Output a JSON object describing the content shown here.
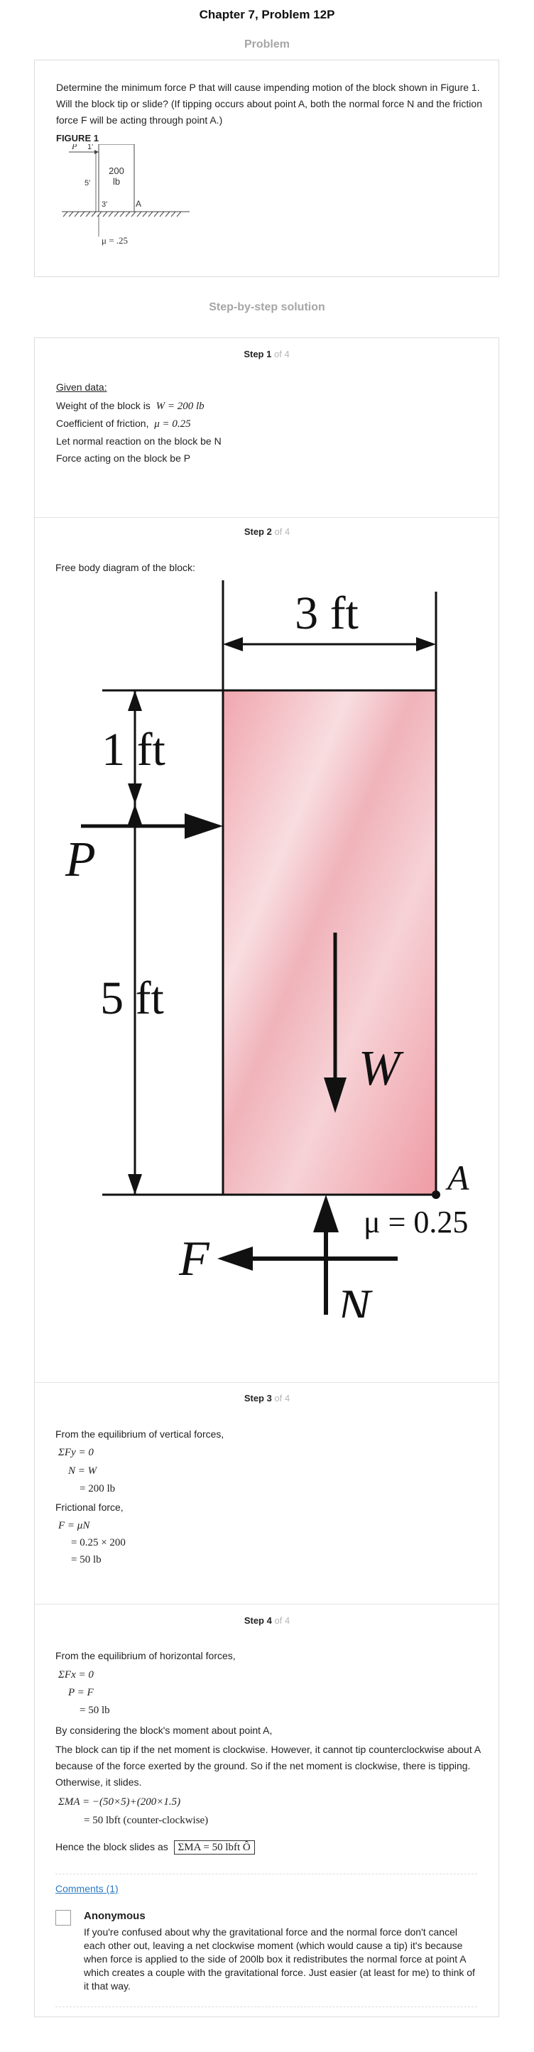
{
  "header": {
    "title": "Chapter 7, Problem 12P",
    "problem_label": "Problem",
    "solution_label": "Step-by-step solution"
  },
  "problem": {
    "text": "Determine the minimum force P that will cause impending motion of the block shown in Figure 1. Will the block tip or slide? (If tipping occurs about point A, both the normal force N and the friction force F will be acting through point A.)",
    "figure_label": "FIGURE 1",
    "fig": {
      "p": "P",
      "h1": "1'",
      "h5": "5'",
      "weight": "200",
      "unit": "lb",
      "w3": "3'",
      "a": "A",
      "mu": "μ = .25"
    }
  },
  "steps": [
    {
      "label": "Step",
      "num": "1",
      "of": "of 4",
      "given": "Given data:",
      "lines": [
        "Weight of the block is",
        "Coefficient of friction,",
        "Let normal reaction on the block be N",
        "Force acting on the block be P"
      ],
      "eq_w": "W = 200 lb",
      "eq_mu": "μ = 0.25"
    },
    {
      "label": "Step",
      "num": "2",
      "of": "of 4",
      "intro": "Free body diagram of the block:",
      "fbd": {
        "w3": "3 ft",
        "h1": "1 ft",
        "h5": "5 ft",
        "p": "P",
        "w": "W",
        "a": "A",
        "mu": "μ = 0.25",
        "f": "F",
        "n": "N"
      }
    },
    {
      "label": "Step",
      "num": "3",
      "of": "of 4",
      "l1": "From the equilibrium of vertical forces,",
      "e1": "ΣFy = 0",
      "e2": "N = W",
      "e3": "= 200 lb",
      "l2": "Frictional force,",
      "e4": "F = μN",
      "e5": "= 0.25 × 200",
      "e6": "= 50 lb"
    },
    {
      "label": "Step",
      "num": "4",
      "of": "of 4",
      "l1": "From the equilibrium of horizontal forces,",
      "e1": "ΣFx = 0",
      "e2": "P = F",
      "e3": "= 50 lb",
      "l2": "By considering the block's moment about point A,",
      "l3": "The block can tip if the net moment is clockwise. However, it cannot tip counterclockwise about A because of the force exerted by the ground. So if the net moment is clockwise, there is tipping. Otherwise, it slides.",
      "e4": "ΣMA = −(50×5)+(200×1.5)",
      "e5": "= 50 lbft  (counter-clockwise)",
      "l4": "Hence the block slides as",
      "boxed": "ΣMA = 50 lbft  Ô"
    }
  ],
  "comments": {
    "link": "Comments (1)",
    "author": "Anonymous",
    "text": "If you're confused about why the gravitational force and the normal force don't cancel each other out, leaving a net clockwise moment (which would cause a tip) it's because when force is applied to the side of 200lb box it redistributes the normal force at point A which creates a couple with the gravitational force. Just easier (at least for me) to think of it that way."
  }
}
